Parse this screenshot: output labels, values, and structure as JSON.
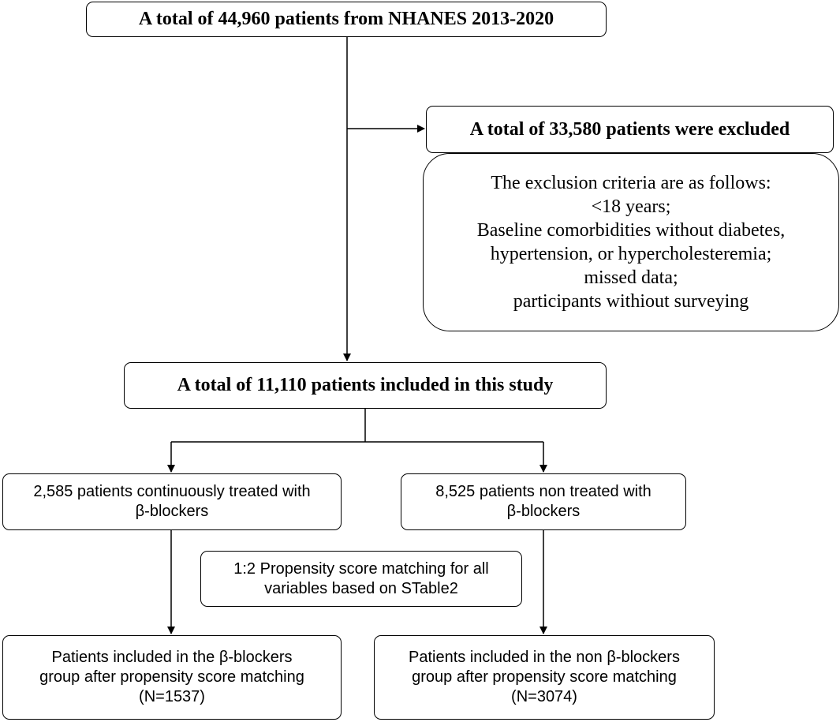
{
  "flowchart": {
    "top": {
      "text": "A total of 44,960 patients from NHANES 2013-2020"
    },
    "excluded": {
      "text": "A total of 33,580 patients were excluded"
    },
    "criteria": {
      "lines": [
        "The exclusion criteria are as follows:",
        "<18 years;",
        "Baseline comorbidities without diabetes,",
        "hypertension, or hypercholesteremia;",
        "missed data;",
        "participants withiout surveying"
      ]
    },
    "included": {
      "text": "A total of 11,110 patients included in this study"
    },
    "treated": {
      "lines": [
        "2,585 patients continuously treated with",
        "β-blockers"
      ]
    },
    "non_treated": {
      "lines": [
        "8,525 patients non treated with",
        "β-blockers"
      ]
    },
    "matching": {
      "lines": [
        "1:2 Propensity score matching for all",
        "variables based on STable2"
      ]
    },
    "group_bb": {
      "lines": [
        "Patients included in the β-blockers",
        "group after propensity score matching",
        "(N=1537)"
      ]
    },
    "group_non_bb": {
      "lines": [
        "Patients included in the non β-blockers",
        "group after propensity score matching",
        "(N=3074)"
      ]
    }
  }
}
